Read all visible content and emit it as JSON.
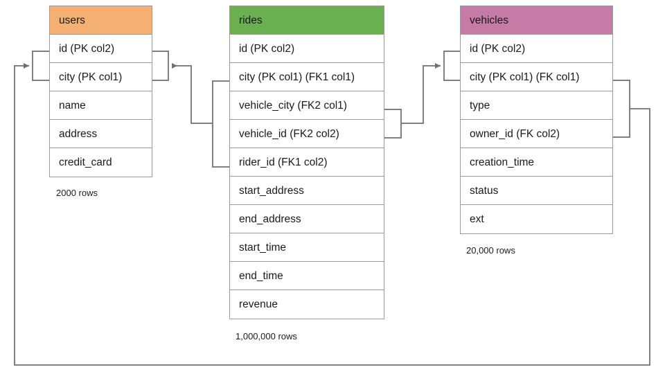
{
  "diagram": {
    "kind": "er-diagram",
    "background": "#ffffff",
    "line_color": "#808080",
    "border_color": "#999999",
    "text_color": "#1a1a1a"
  },
  "tables": [
    {
      "name": "users",
      "header_color": "#F4AF73",
      "rows_label": "2000 rows",
      "fields": [
        "id (PK col2)",
        "city (PK col1)",
        "name",
        "address",
        "credit_card"
      ]
    },
    {
      "name": "rides",
      "header_color": "#6AAF50",
      "rows_label": "1,000,000 rows",
      "fields": [
        "id (PK col2)",
        "city (PK col1) (FK1 col1)",
        "vehicle_city (FK2 col1)",
        "vehicle_id (FK2 col2)",
        "rider_id (FK1 col2)",
        "start_address",
        "end_address",
        "start_time",
        "end_time",
        "revenue"
      ]
    },
    {
      "name": "vehicles",
      "header_color": "#C57BA5",
      "rows_label": "20,000 rows",
      "fields": [
        "id (PK col2)",
        "city (PK col1) (FK col1)",
        "type",
        "owner_id (FK col2)",
        "creation_time",
        "status",
        "ext"
      ]
    }
  ],
  "relationships": [
    {
      "name": "rides-rider-to-users",
      "from_table": "rides",
      "from_fields": [
        "city (PK col1) (FK1 col1)",
        "rider_id (FK1 col2)"
      ],
      "to_table": "users",
      "to_fields": [
        "id (PK col2)",
        "city (PK col1)"
      ],
      "arrow": "left"
    },
    {
      "name": "rides-vehicle-to-vehicles",
      "from_table": "rides",
      "from_fields": [
        "vehicle_city (FK2 col1)",
        "vehicle_id (FK2 col2)"
      ],
      "to_table": "vehicles",
      "to_fields": [
        "id (PK col2)",
        "city (PK col1) (FK col1)"
      ],
      "arrow": "right"
    },
    {
      "name": "vehicles-owner-to-users",
      "from_table": "vehicles",
      "from_fields": [
        "city (PK col1) (FK col1)",
        "owner_id (FK col2)"
      ],
      "to_table": "users",
      "to_fields": [
        "id (PK col2)",
        "city (PK col1)"
      ],
      "arrow": "right"
    }
  ]
}
